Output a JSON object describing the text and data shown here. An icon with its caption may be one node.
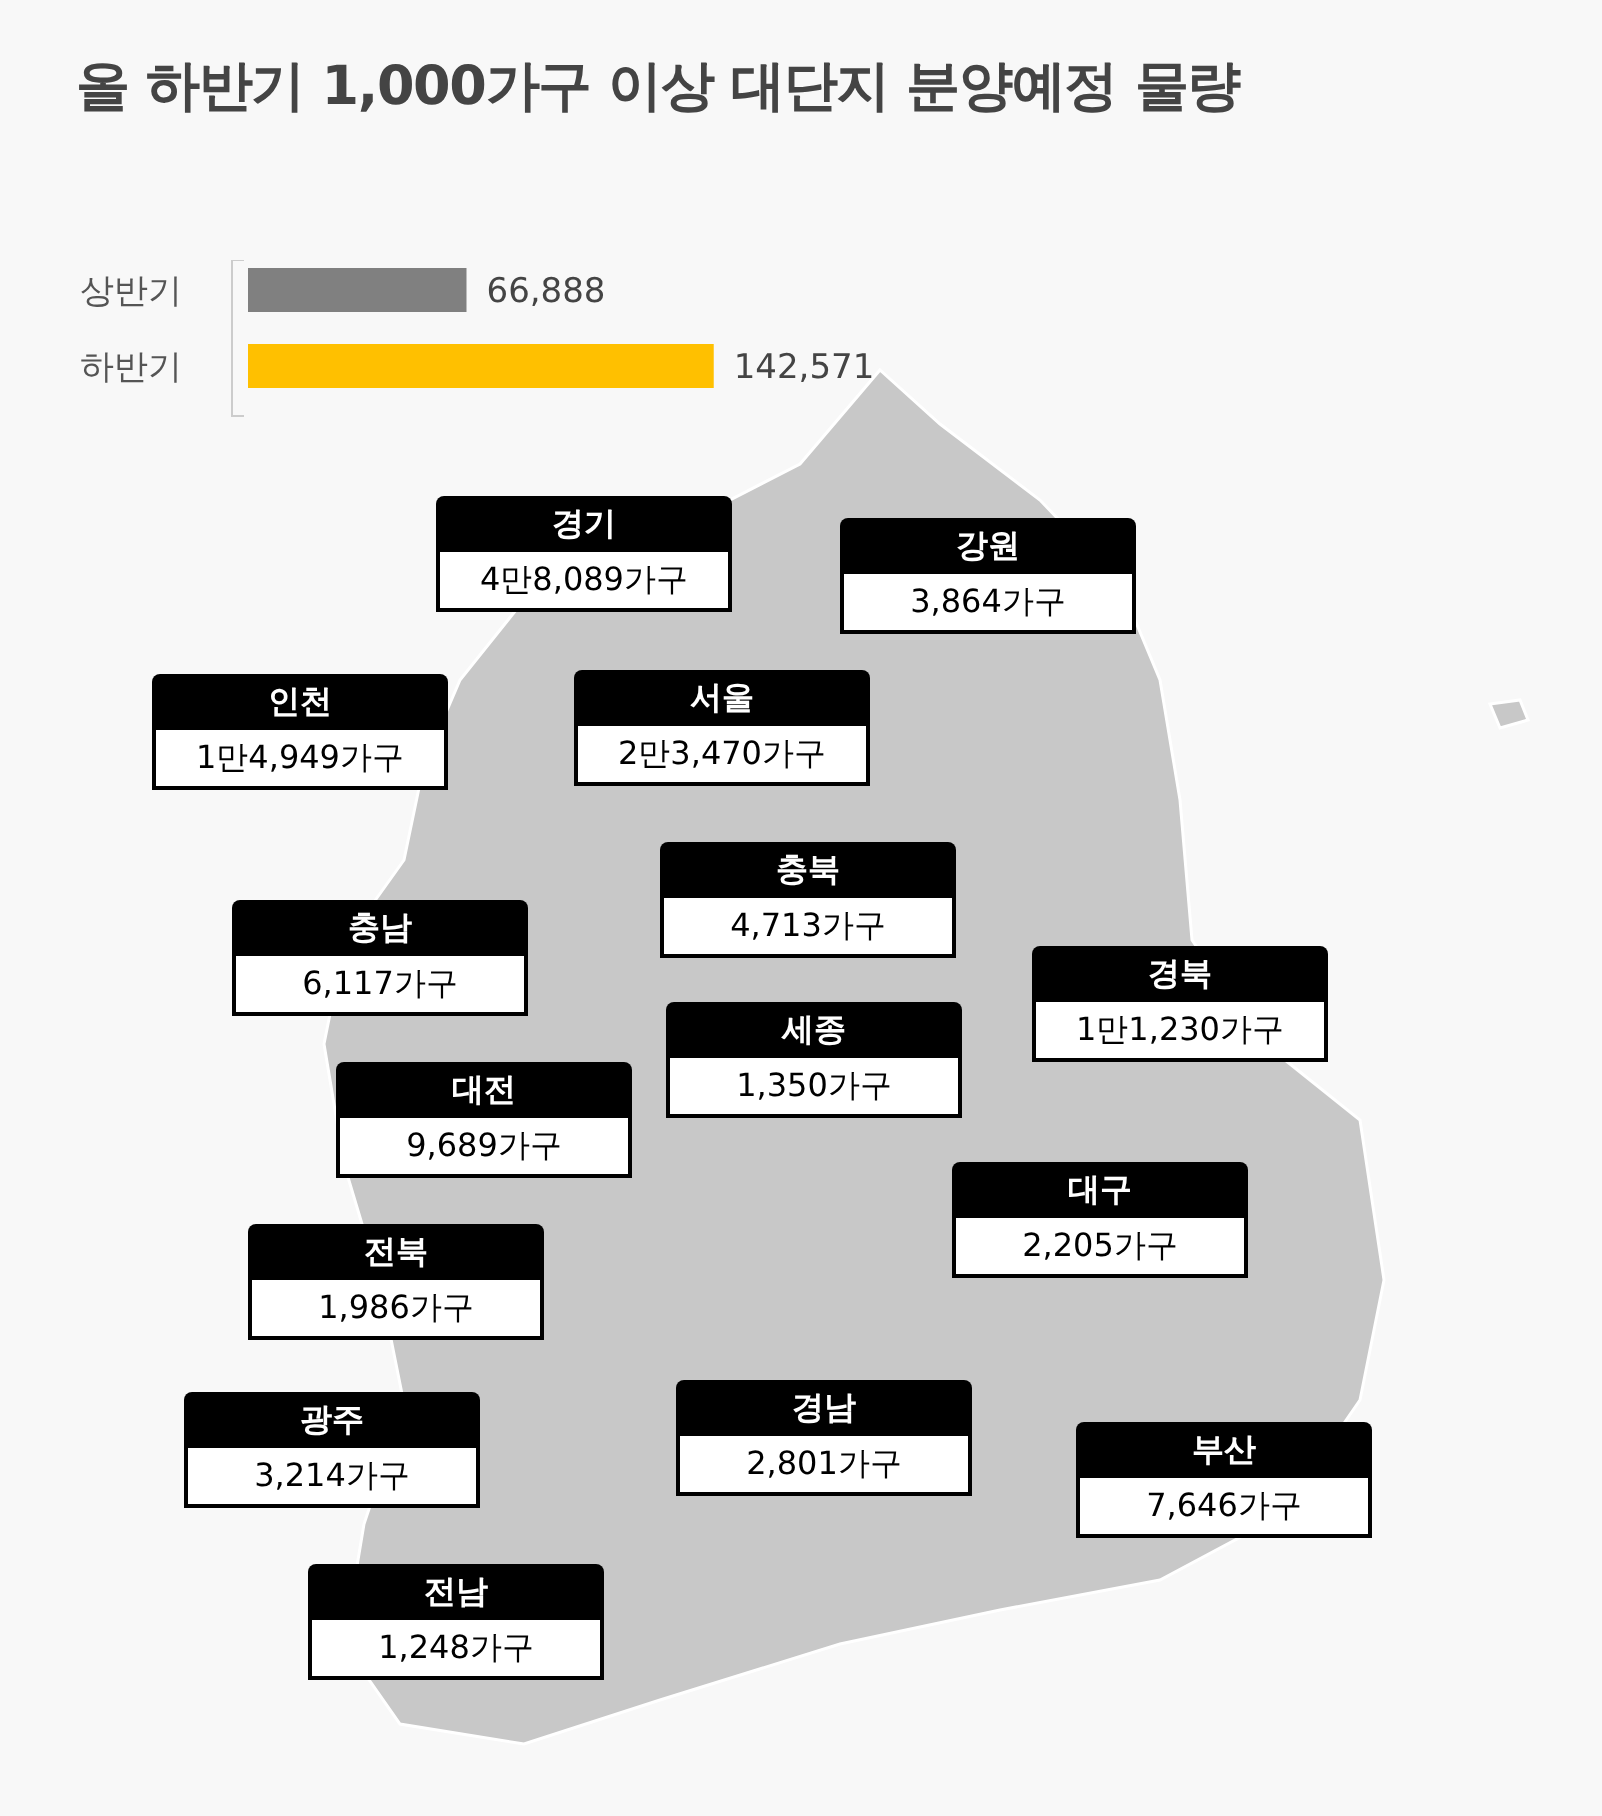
{
  "diagram": {
    "title": "올 하반기 1,000가구 이상 대단지 분양예정 물량",
    "nodes": [
      {
        "text": [
          "경기",
          "4만8,089가구"
        ]
      },
      {
        "text": [
          "강원",
          "3,864가구"
        ]
      },
      {
        "text": [
          "인천",
          "1만4,949가구"
        ]
      },
      {
        "text": [
          "서울",
          "2만3,470가구"
        ]
      },
      {
        "text": [
          "충북",
          "4,713가구"
        ]
      },
      {
        "text": [
          "충남",
          "6,117가구"
        ]
      },
      {
        "text": [
          "경북",
          "1만1,230가구"
        ]
      },
      {
        "text": [
          "세종",
          "1,350가구"
        ]
      },
      {
        "text": [
          "대전",
          "9,689가구"
        ]
      },
      {
        "text": [
          "대구",
          "2,205가구"
        ]
      },
      {
        "text": [
          "전북",
          "1,986가구"
        ]
      },
      {
        "text": [
          "광주",
          "3,214가구"
        ]
      },
      {
        "text": [
          "경남",
          "2,801가구"
        ]
      },
      {
        "text": [
          "부산",
          "7,646가구"
        ]
      },
      {
        "text": [
          "전남",
          "1,248가구"
        ]
      }
    ],
    "chart_data": {
      "type": "bar",
      "orientation": "horizontal",
      "categories": [
        "상반기",
        "하반기"
      ],
      "stacked": true,
      "data_labels": true,
      "series": [
        {
          "color": "#808080",
          "values": [
            66888,
            null
          ],
          "value_labels": [
            "66,888",
            null
          ]
        },
        {
          "color": "#ffc000",
          "values": [
            null,
            142571
          ],
          "value_labels": [
            null,
            "142,571"
          ]
        }
      ]
    }
  }
}
